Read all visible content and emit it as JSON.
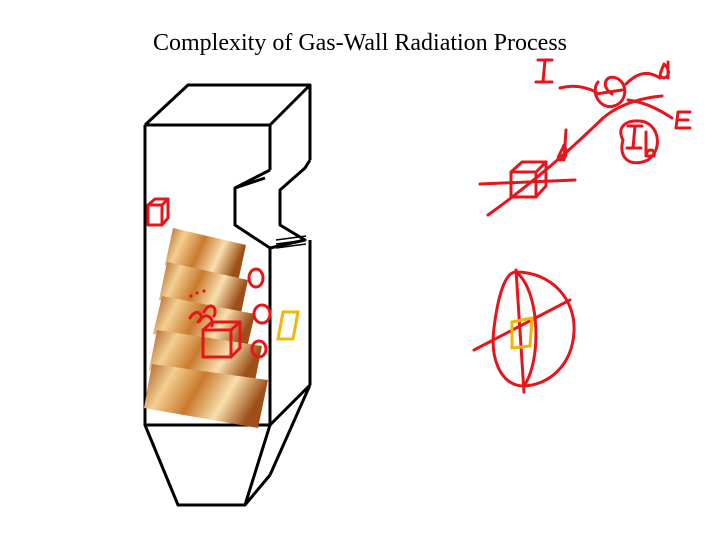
{
  "slide": {
    "title": "Complexity of Gas-Wall Radiation Process"
  },
  "annotations": {
    "intensity_label": "I",
    "emission_label": "E",
    "blackbody_intensity_label": "I",
    "blackbody_subscript": "b",
    "volume_label": "d"
  },
  "colors": {
    "outline": "#000000",
    "annotation_red": "#e8141b",
    "surface_yellow": "#f2b705",
    "flame_light": "#f6d39a",
    "flame_dark": "#b0621e"
  }
}
